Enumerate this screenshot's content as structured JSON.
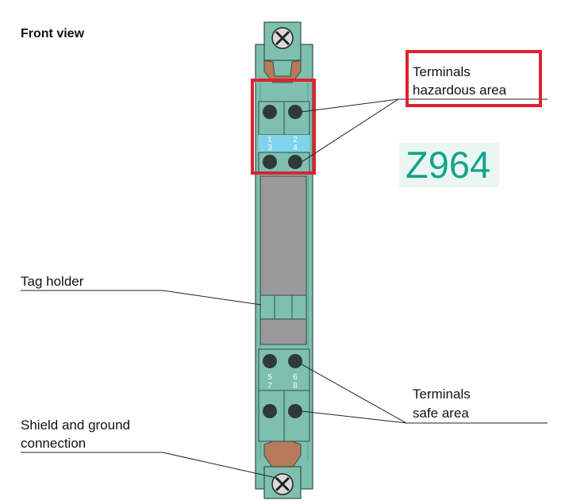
{
  "front_view": "Front view",
  "model": "Z964",
  "terminals_hazardous": {
    "line1": "Terminals",
    "line2": "hazardous area"
  },
  "terminals_safe": {
    "line1": "Terminals",
    "line2": "safe area"
  },
  "tag_holder": "Tag holder",
  "shield": {
    "line1": "Shield and ground",
    "line2": "connection"
  },
  "terminal_numbers": {
    "top_left": "1",
    "top_right": "2",
    "upper_left": "3",
    "upper_right": "4",
    "lower_left": "5",
    "lower_right": "6",
    "bottom_left": "7",
    "bottom_right": "8"
  },
  "colors": {
    "housing": "#7fbfb0",
    "hazard_strip": "#7fd4ec",
    "highlight": "#e0212c",
    "model_text": "#14a38b",
    "copper": "#b87a5a",
    "tag": "#9a9a9a"
  }
}
